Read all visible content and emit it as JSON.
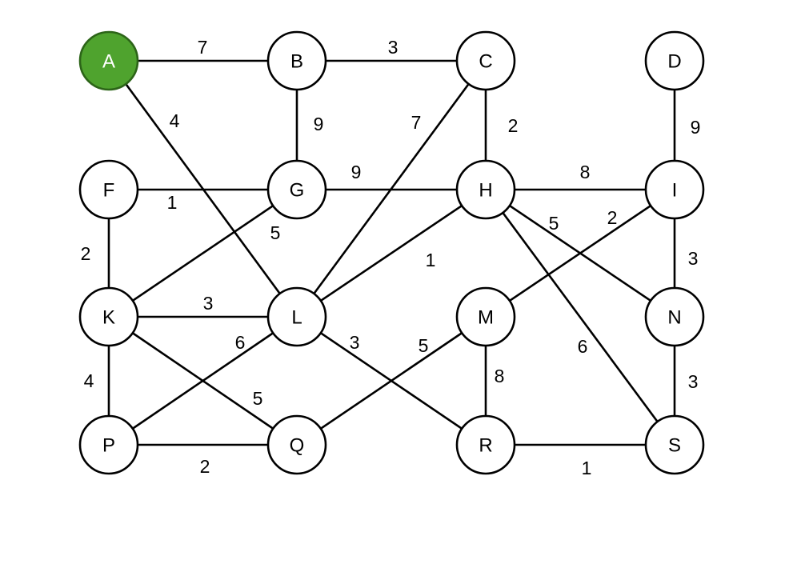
{
  "graph": {
    "type": "weighted-undirected-graph",
    "highlight_color": "#4fa32e",
    "nodes": [
      {
        "id": "A",
        "label": "A",
        "highlighted": true
      },
      {
        "id": "B",
        "label": "B"
      },
      {
        "id": "C",
        "label": "C"
      },
      {
        "id": "D",
        "label": "D"
      },
      {
        "id": "F",
        "label": "F"
      },
      {
        "id": "G",
        "label": "G"
      },
      {
        "id": "H",
        "label": "H"
      },
      {
        "id": "I",
        "label": "I"
      },
      {
        "id": "K",
        "label": "K"
      },
      {
        "id": "L",
        "label": "L"
      },
      {
        "id": "M",
        "label": "M"
      },
      {
        "id": "N",
        "label": "N"
      },
      {
        "id": "P",
        "label": "P"
      },
      {
        "id": "Q",
        "label": "Q"
      },
      {
        "id": "R",
        "label": "R"
      },
      {
        "id": "S",
        "label": "S"
      }
    ],
    "edges": [
      {
        "from": "A",
        "to": "B",
        "weight": "7"
      },
      {
        "from": "A",
        "to": "L",
        "weight": "4"
      },
      {
        "from": "B",
        "to": "C",
        "weight": "3"
      },
      {
        "from": "B",
        "to": "G",
        "weight": "9"
      },
      {
        "from": "C",
        "to": "H",
        "weight": "2"
      },
      {
        "from": "C",
        "to": "L",
        "weight": "7"
      },
      {
        "from": "D",
        "to": "I",
        "weight": "9"
      },
      {
        "from": "F",
        "to": "G",
        "weight": "1"
      },
      {
        "from": "F",
        "to": "K",
        "weight": "2"
      },
      {
        "from": "G",
        "to": "H",
        "weight": "9"
      },
      {
        "from": "G",
        "to": "K",
        "weight": "5"
      },
      {
        "from": "H",
        "to": "I",
        "weight": "8"
      },
      {
        "from": "H",
        "to": "L",
        "weight": "1"
      },
      {
        "from": "H",
        "to": "N",
        "weight": "5"
      },
      {
        "from": "H",
        "to": "S",
        "weight": "6"
      },
      {
        "from": "I",
        "to": "M",
        "weight": "2"
      },
      {
        "from": "I",
        "to": "N",
        "weight": "3"
      },
      {
        "from": "K",
        "to": "L",
        "weight": "3"
      },
      {
        "from": "K",
        "to": "P",
        "weight": "4"
      },
      {
        "from": "K",
        "to": "Q",
        "weight": "5"
      },
      {
        "from": "L",
        "to": "P",
        "weight": "6"
      },
      {
        "from": "L",
        "to": "R",
        "weight": "3"
      },
      {
        "from": "M",
        "to": "Q",
        "weight": "5"
      },
      {
        "from": "M",
        "to": "R",
        "weight": "8"
      },
      {
        "from": "N",
        "to": "S",
        "weight": "3"
      },
      {
        "from": "P",
        "to": "Q",
        "weight": "2"
      },
      {
        "from": "R",
        "to": "S",
        "weight": "1"
      }
    ]
  }
}
